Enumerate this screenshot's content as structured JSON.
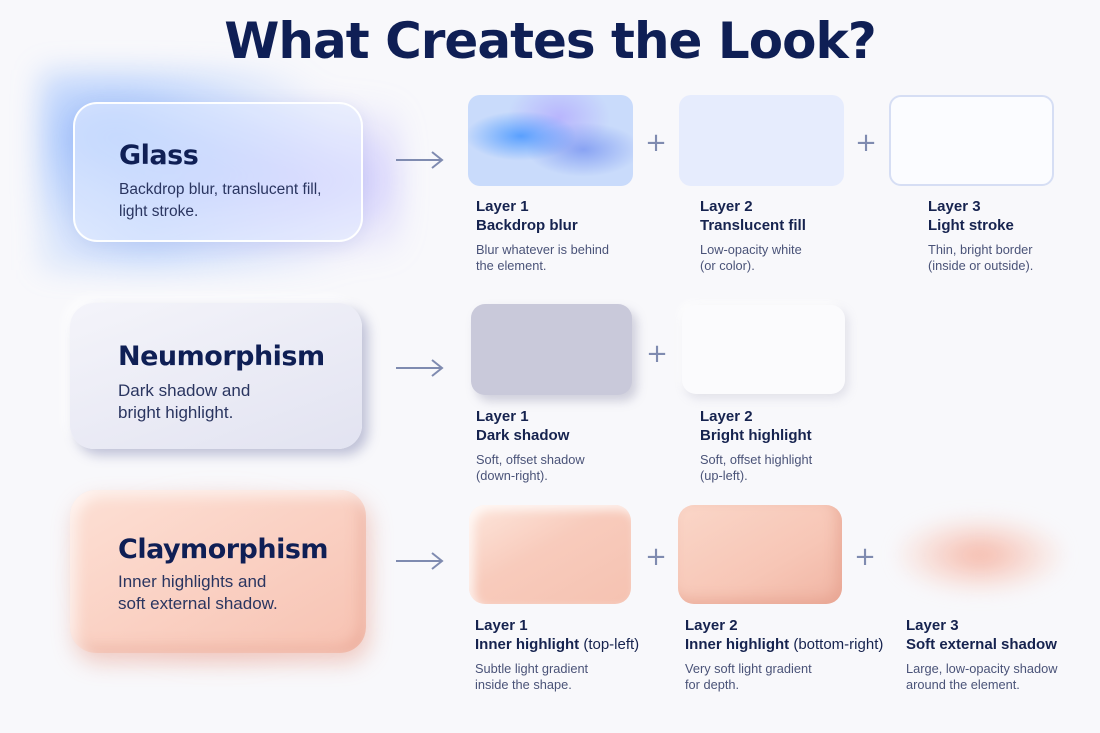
{
  "title": "What Creates the Look?",
  "rows": [
    {
      "name": "Glass",
      "description_lines": [
        "Backdrop blur, translucent fill,",
        "light stroke."
      ],
      "layers": [
        {
          "label": "Layer 1",
          "name": "Backdrop blur",
          "desc_lines": [
            "Blur whatever is behind",
            "the element."
          ]
        },
        {
          "label": "Layer 2",
          "name": "Translucent fill",
          "desc_lines": [
            "Low-opacity white",
            "(or color)."
          ]
        },
        {
          "label": "Layer 3",
          "name": "Light stroke",
          "desc_lines": [
            "Thin, bright border",
            "(inside or outside)."
          ]
        }
      ]
    },
    {
      "name": "Neumorphism",
      "description_lines": [
        "Dark shadow and",
        "bright highlight."
      ],
      "layers": [
        {
          "label": "Layer 1",
          "name": "Dark shadow",
          "desc_lines": [
            "Soft, offset shadow",
            "(down-right)."
          ]
        },
        {
          "label": "Layer 2",
          "name": "Bright highlight",
          "desc_lines": [
            "Soft, offset highlight",
            "(up-left)."
          ]
        }
      ]
    },
    {
      "name": "Claymorphism",
      "description_lines": [
        "Inner highlights and",
        "soft external shadow."
      ],
      "layers": [
        {
          "label": "Layer 1",
          "name": "Inner highlight",
          "name_suffix": "(top-left)",
          "desc_lines": [
            "Subtle light gradient",
            "inside the shape."
          ]
        },
        {
          "label": "Layer 2",
          "name": "Inner highlight",
          "name_suffix": "(bottom-right)",
          "desc_lines": [
            "Very soft light gradient",
            "for depth."
          ]
        },
        {
          "label": "Layer 3",
          "name": "Soft external shadow",
          "desc_lines": [
            "Large, low-opacity shadow",
            "around the element."
          ]
        }
      ]
    }
  ],
  "icons": {
    "arrow": "right-arrow-icon",
    "plus": "plus-icon"
  },
  "colors": {
    "title": "#0f1f55",
    "connector": "#7f8bb0",
    "glass_blue": "#5a96ff",
    "clay_peach": "#f7c2b2",
    "neu_gray": "#c9c9da"
  }
}
